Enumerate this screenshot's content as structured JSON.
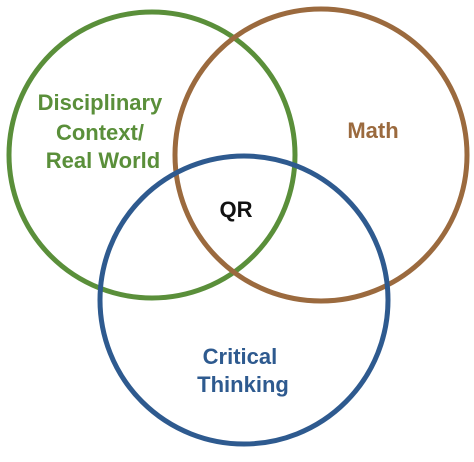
{
  "diagram": {
    "circles": [
      {
        "id": "disciplinary-context",
        "label_lines": [
          "Disciplinary",
          "Context/",
          "Real World"
        ],
        "color": "#5a8f3a"
      },
      {
        "id": "math",
        "label_lines": [
          "Math"
        ],
        "color": "#9b6a3e"
      },
      {
        "id": "critical-thinking",
        "label_lines": [
          "Critical",
          "Thinking"
        ],
        "color": "#2e5a8f"
      }
    ],
    "center_label": "QR",
    "center_color": "#111111"
  }
}
